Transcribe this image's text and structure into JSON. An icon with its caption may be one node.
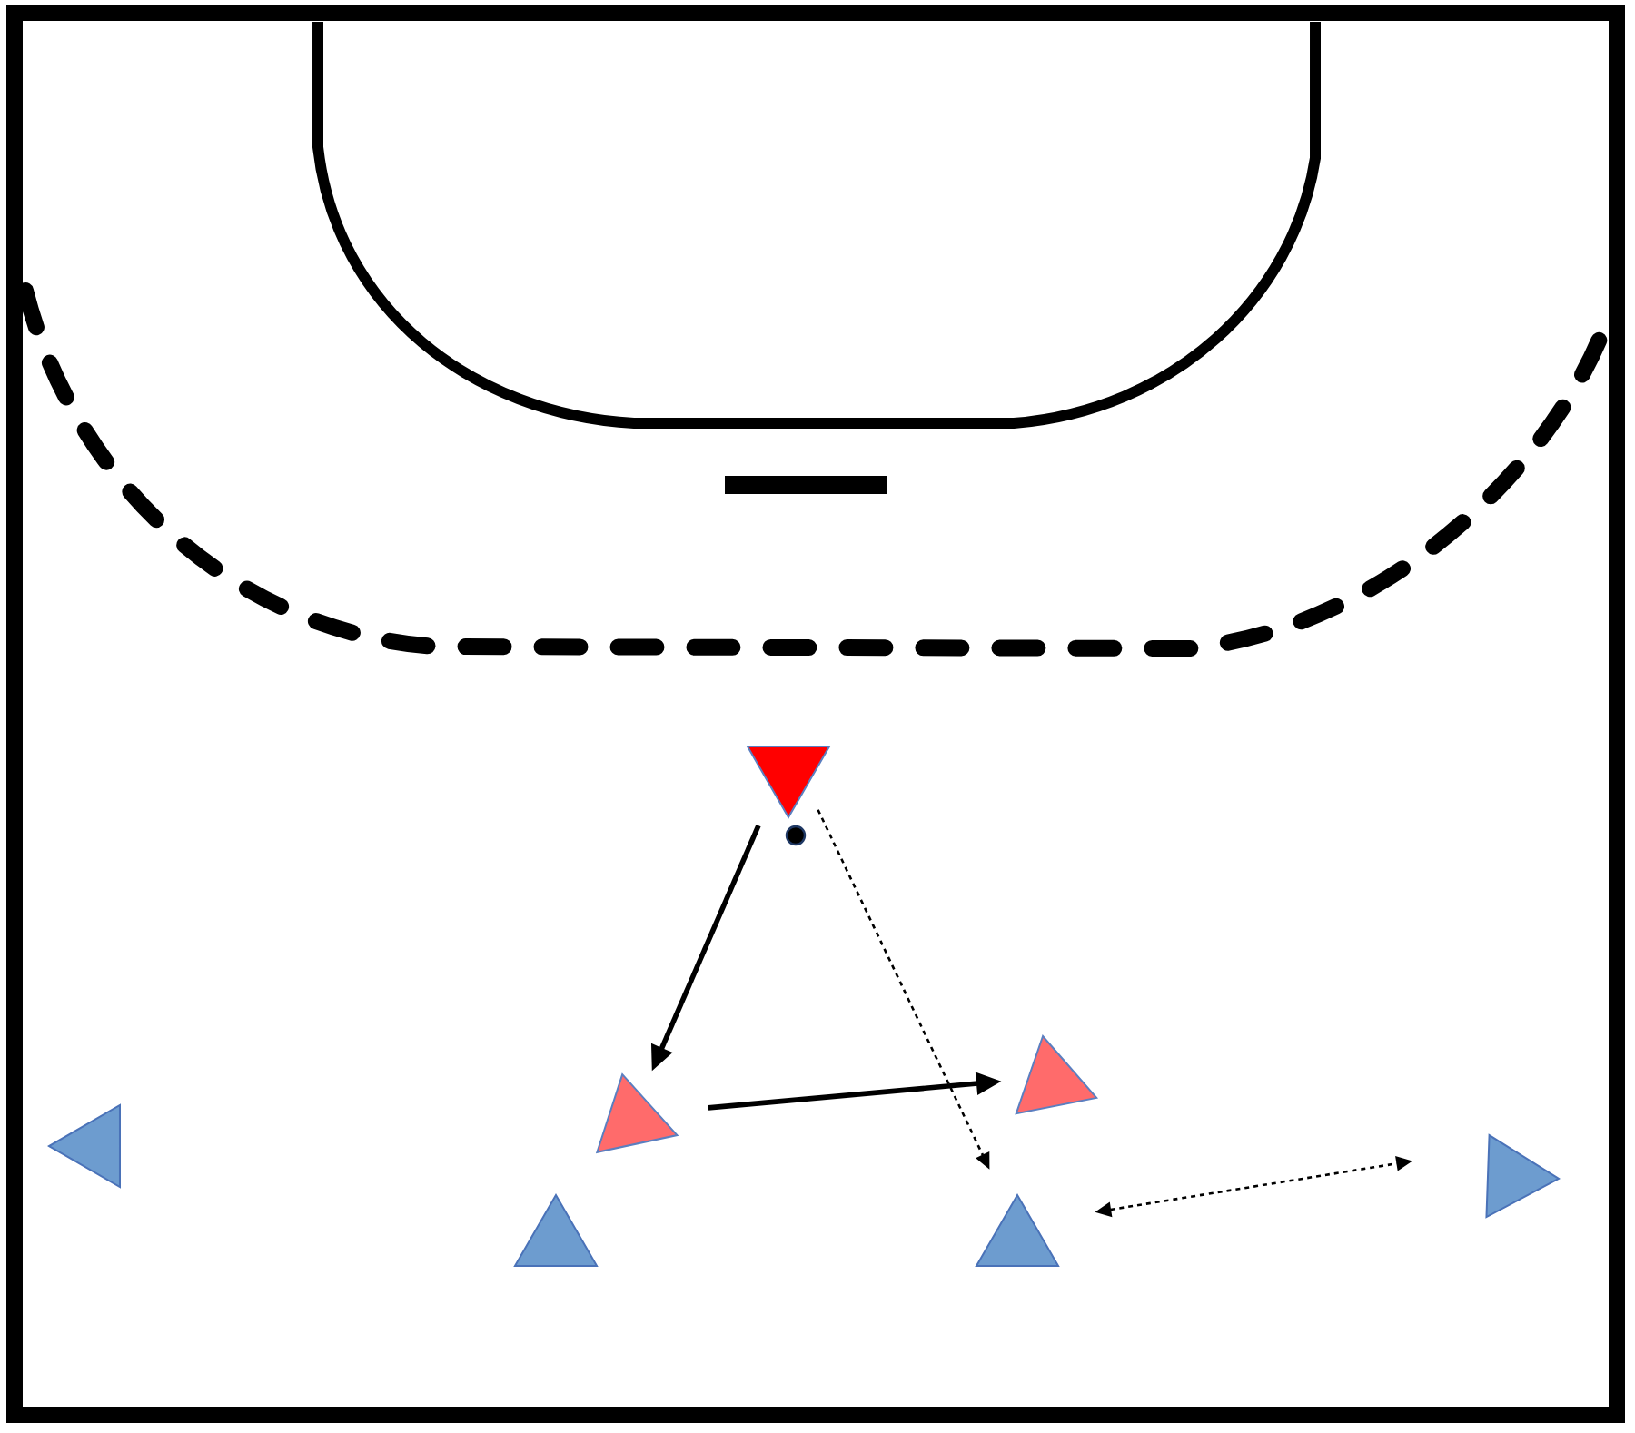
{
  "diagram": {
    "nodes": [
      {
        "text": [],
        "shape": "triangle"
      },
      {
        "text": [],
        "shape": "triangle"
      },
      {
        "text": [],
        "shape": "triangle"
      },
      {
        "text": [],
        "shape": "triangle"
      },
      {
        "text": [],
        "shape": "triangle"
      },
      {
        "text": [],
        "shape": "triangle"
      },
      {
        "text": [],
        "shape": "triangle"
      }
    ],
    "edges": [
      {
        "from": 0,
        "to": 1,
        "arrow": "to"
      },
      {
        "from": 1,
        "to": 2,
        "arrow": "to"
      },
      {
        "from": 0,
        "to": 5,
        "arrow": "to",
        "style": "dashed"
      },
      {
        "from": 5,
        "to": 6,
        "arrow": "both",
        "style": "dashed"
      }
    ]
  }
}
